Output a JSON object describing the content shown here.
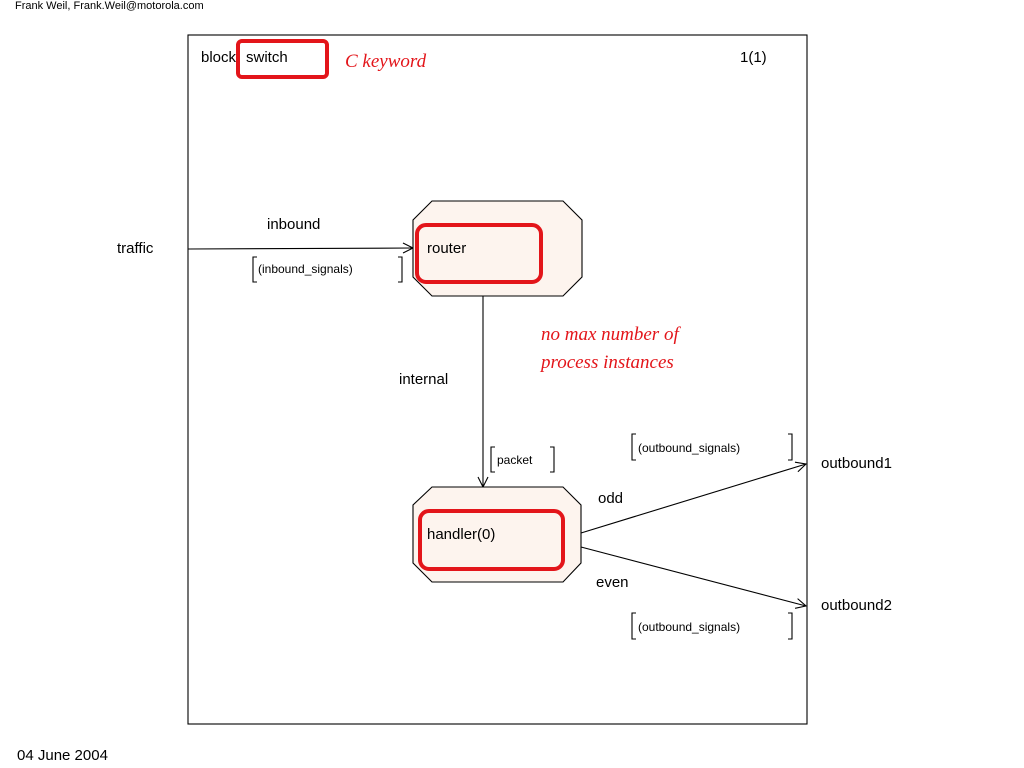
{
  "header": {
    "author": "Frank Weil, Frank.Weil@motorola.com"
  },
  "footer": {
    "date": "04 June 2004"
  },
  "block": {
    "keyword": "block",
    "name": "switch",
    "page": "1(1)"
  },
  "annotations": {
    "c_keyword": "C keyword",
    "instances_line1": "no max number of",
    "instances_line2": "process instances"
  },
  "processes": {
    "router": "router",
    "handler": "handler(0)"
  },
  "channels": {
    "external": "traffic",
    "inbound": "inbound",
    "inbound_signals": "(inbound_signals)",
    "internal": "internal",
    "packet": "packet",
    "odd": "odd",
    "even": "even",
    "outbound_signals_1": "(outbound_signals)",
    "outbound_signals_2": "(outbound_signals)",
    "outbound1": "outbound1",
    "outbound2": "outbound2"
  },
  "colors": {
    "highlight": "#e3151a",
    "process_fill": "#fdf4ee"
  }
}
